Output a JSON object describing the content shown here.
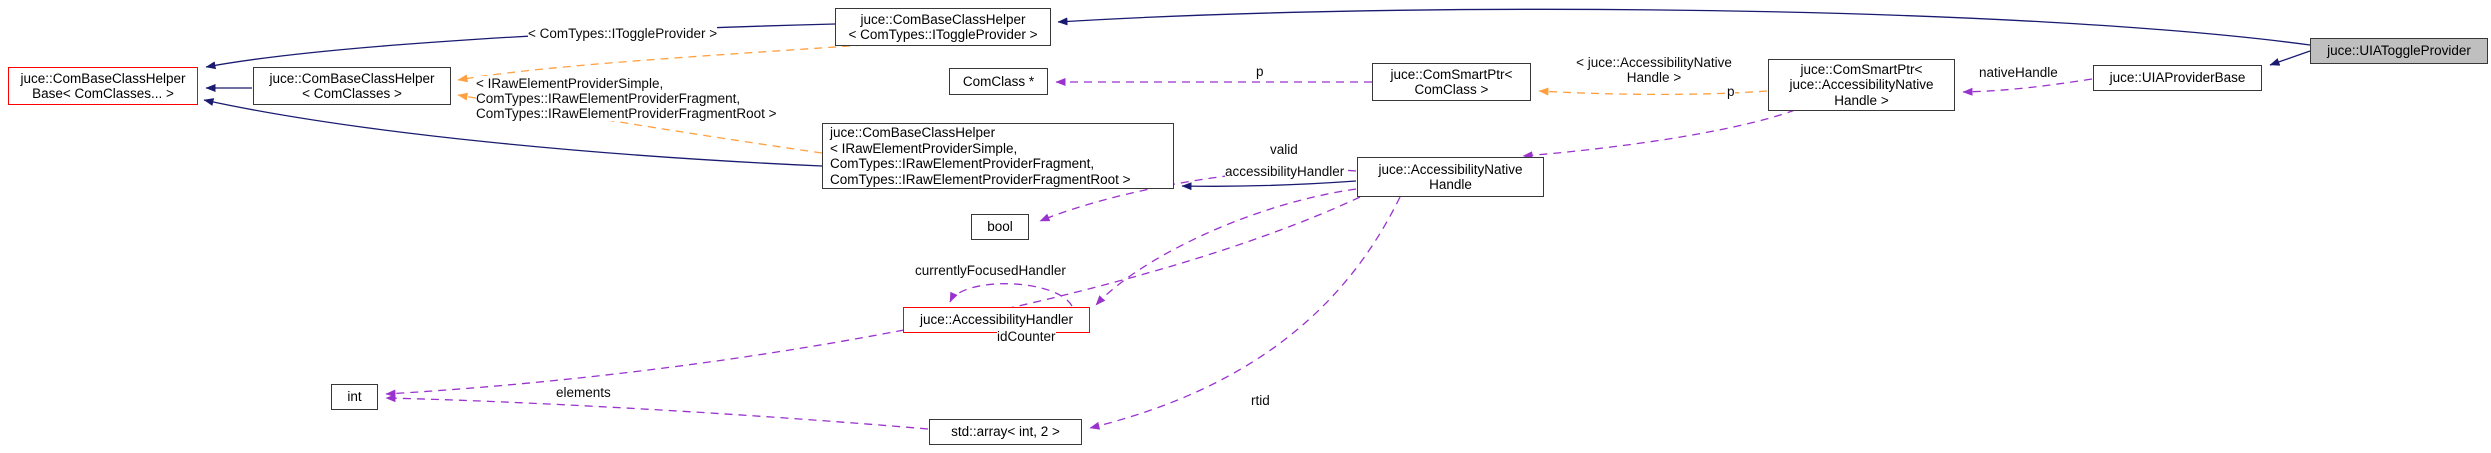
{
  "colors": {
    "inheritance_edge": "#1a1a70",
    "usage_edge": "#9a32cd",
    "template_edge": "#ffa040",
    "node_border": "#383838",
    "truncated_node_border": "#fe0000",
    "focus_node_fill": "#bfbfbf",
    "background": "#ffffff"
  },
  "nodes": {
    "com_base_class_helper_base": {
      "lines": [
        "juce::ComBaseClassHelper",
        "Base< ComClasses... >"
      ]
    },
    "com_base_class_helper_comclasses": {
      "lines": [
        "juce::ComBaseClassHelper",
        "< ComClasses >"
      ]
    },
    "com_base_class_helper_toggle": {
      "lines": [
        "juce::ComBaseClassHelper",
        "< ComTypes::IToggleProvider >"
      ]
    },
    "comclass_ptr": {
      "lines": [
        "ComClass *"
      ]
    },
    "com_base_class_helper_raw": {
      "lines": [
        "juce::ComBaseClassHelper",
        "< IRawElementProviderSimple,",
        "ComTypes::IRawElementProviderFragment,",
        "ComTypes::IRawElementProviderFragmentRoot >"
      ]
    },
    "com_smart_ptr_comclass": {
      "lines": [
        "juce::ComSmartPtr<",
        "ComClass >"
      ]
    },
    "com_smart_ptr_handle": {
      "lines": [
        "juce::ComSmartPtr<",
        "juce::AccessibilityNative",
        "Handle >"
      ]
    },
    "uia_provider_base": {
      "lines": [
        "juce::UIAProviderBase"
      ]
    },
    "uia_toggle_provider": {
      "lines": [
        "juce::UIAToggleProvider"
      ]
    },
    "bool_type": {
      "lines": [
        "bool"
      ]
    },
    "accessibility_handler": {
      "lines": [
        "juce::AccessibilityHandler"
      ]
    },
    "accessibility_native_handle": {
      "lines": [
        "juce::AccessibilityNative",
        "Handle"
      ]
    },
    "int_type": {
      "lines": [
        "int"
      ]
    },
    "std_array": {
      "lines": [
        "std::array< int, 2 >"
      ]
    }
  },
  "edge_labels": {
    "template_toggle": "< ComTypes::IToggleProvider >",
    "template_raw": [
      "< IRawElementProviderSimple,",
      "ComTypes::IRawElementProviderFragment,",
      "ComTypes::IRawElementProviderFragmentRoot >"
    ],
    "template_handle": [
      "< juce::AccessibilityNative",
      "Handle >"
    ],
    "p_comclass": "p",
    "p_handle": "p",
    "native_handle": "nativeHandle",
    "valid": "valid",
    "accessibility_handler": "accessibilityHandler",
    "currently_focused_handler": "currentlyFocusedHandler",
    "id_counter": "idCounter",
    "elements": "elements",
    "rtid": "rtid"
  }
}
